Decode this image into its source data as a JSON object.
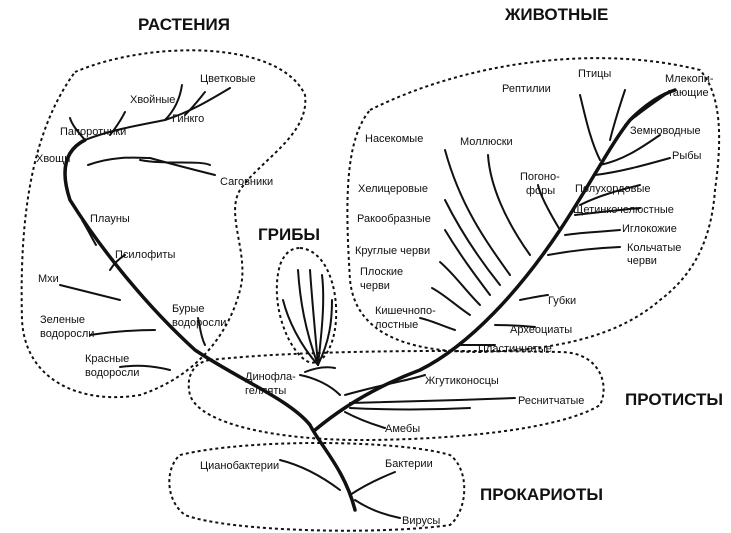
{
  "groups": {
    "plants": "РАСТЕНИЯ",
    "animals": "ЖИВОТНЫЕ",
    "fungi": "ГРИБЫ",
    "protists": "ПРОТИСТЫ",
    "prokaryotes": "ПРОКАРИОТЫ"
  },
  "labels": {
    "flowering": "Цветковые",
    "conifers": "Хвойные",
    "ginkgo": "Гинкго",
    "ferns": "Папоротники",
    "horsetails": "Хвощи",
    "cycads": "Саговники",
    "club_mosses": "Плауны",
    "psilophytes": "Псилофиты",
    "mosses": "Мхи",
    "green_algae_1": "Зеленые",
    "green_algae_2": "водоросли",
    "brown_algae_1": "Бурые",
    "brown_algae_2": "водоросли",
    "red_algae_1": "Красные",
    "red_algae_2": "водоросли",
    "reptiles": "Рептилии",
    "birds": "Птицы",
    "mammals_1": "Млекопи-",
    "mammals_2": "тающие",
    "insects": "Насекомые",
    "molluscs": "Моллюски",
    "amphibians": "Земноводные",
    "fish": "Рыбы",
    "pogonophora_1": "Погоно-",
    "pogonophora_2": "форы",
    "chelicerates": "Хелицеровые",
    "hemichordates": "Полухордовые",
    "chaetognaths": "Щетинкочелюстные",
    "crustaceans": "Ракообразные",
    "echinoderms": "Иглокожие",
    "roundworms": "Круглые черви",
    "annelids_1": "Кольчатые",
    "annelids_2": "черви",
    "flatworms_1": "Плоские",
    "flatworms_2": "черви",
    "sponges": "Губки",
    "cnidarians_1": "Кишечнопо-",
    "cnidarians_2": "лостные",
    "archaeocyaths": "Археоциаты",
    "placozoa": "Пластинчатые",
    "dinoflagellates_1": "Динофла-",
    "dinoflagellates_2": "гелляты",
    "flagellates": "Жгутиконосцы",
    "ciliates": "Реснитчатые",
    "amoebas": "Амебы",
    "cyanobacteria": "Цианобактерии",
    "bacteria": "Бактерии",
    "viruses": "Вирусы"
  }
}
